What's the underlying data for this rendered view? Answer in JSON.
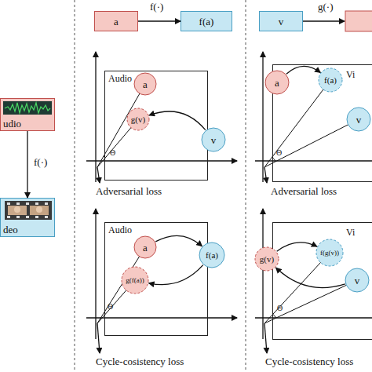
{
  "diagram": {
    "nodes": [
      {
        "text": [
          "udio"
        ]
      },
      {
        "text": [
          "deo"
        ]
      },
      {
        "text": [
          "a"
        ]
      },
      {
        "text": [
          "f(a)"
        ]
      },
      {
        "text": [
          "v"
        ]
      },
      {
        "text": [
          "Audio"
        ]
      },
      {
        "text": [
          "a"
        ],
        "in": 5
      },
      {
        "text": [
          "g(v)"
        ],
        "in": 5
      },
      {
        "text": [
          "v"
        ]
      },
      {
        "text": [
          "Vi"
        ]
      },
      {
        "text": [
          "a"
        ]
      },
      {
        "text": [
          "f(a)"
        ],
        "in": 9
      },
      {
        "text": [
          "v"
        ],
        "in": 9
      },
      {
        "text": [
          "Audio"
        ]
      },
      {
        "text": [
          "a"
        ],
        "in": 13
      },
      {
        "text": [
          "g(f(a))"
        ],
        "in": 13
      },
      {
        "text": [
          "f(a)"
        ]
      },
      {
        "text": [
          "Vi"
        ]
      },
      {
        "text": [
          "g(v)"
        ]
      },
      {
        "text": [
          "f(g(v))"
        ],
        "in": 17
      },
      {
        "text": [
          "v"
        ],
        "in": 17
      }
    ],
    "edges": [
      {
        "from": 0,
        "to": 1,
        "label": "f(·)",
        "arrow": "to"
      },
      {
        "from": 2,
        "to": 3,
        "label": "f(·)",
        "arrow": "to"
      },
      {
        "from": 8,
        "to": 7,
        "arrow": "to"
      },
      {
        "from": 10,
        "to": 11,
        "arrow": "to"
      },
      {
        "from": 14,
        "to": 16,
        "arrow": "to"
      },
      {
        "from": 16,
        "to": 15,
        "arrow": "to"
      },
      {
        "from": 20,
        "to": 18,
        "arrow": "to"
      },
      {
        "from": 18,
        "to": 19,
        "arrow": "to"
      }
    ],
    "labels": [
      "g(·)",
      "Θ",
      "Adversarial loss",
      "Θ",
      "Adversarial loss",
      "Θ",
      "Cycle-cosistency loss",
      "Θ",
      "Cycle-cosistency loss"
    ]
  }
}
